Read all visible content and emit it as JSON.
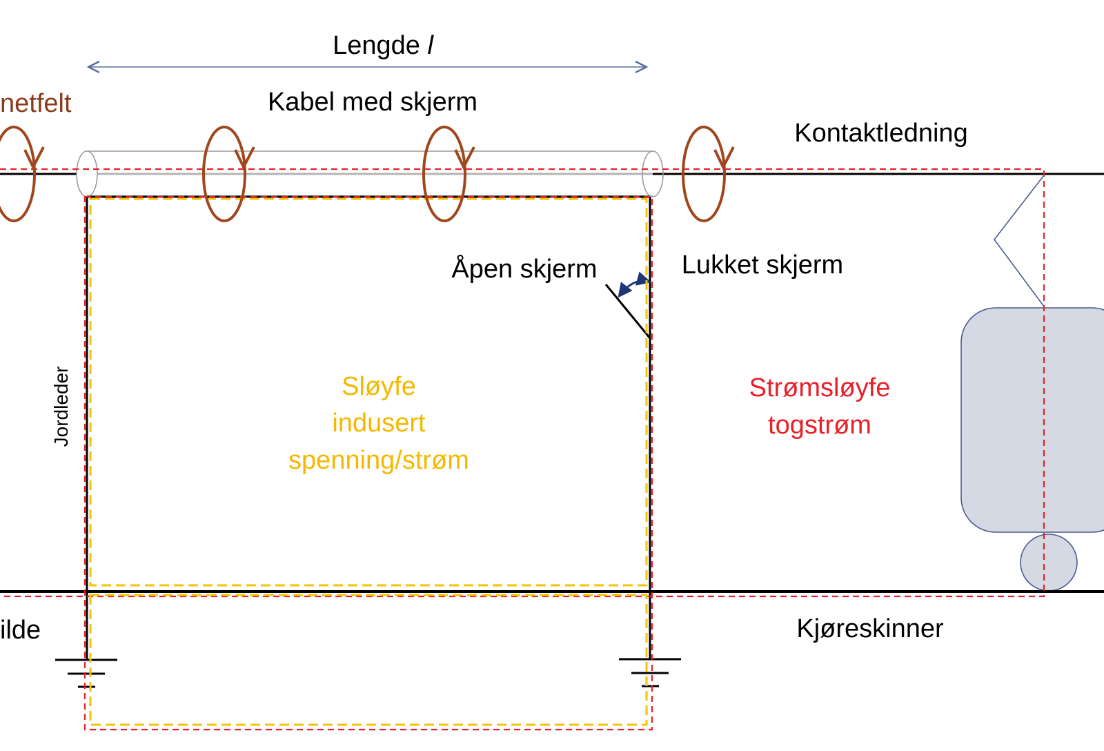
{
  "labels": {
    "length_prefix": "Lengde ",
    "length_symbol": "l",
    "magnetic_field": "netfelt",
    "cable": "Kabel med skjerm",
    "contact_wire": "Kontaktledning",
    "open_shield": "Åpen skjerm",
    "closed_shield": "Lukket skjerm",
    "ground_conductor": "Jordleder",
    "loop_induced_1": "Sløyfe",
    "loop_induced_2": "indusert",
    "loop_induced_3": "spenning/strøm",
    "current_loop_1": "Strømsløyfe",
    "current_loop_2": "togstrøm",
    "source": "ilde",
    "rails": "Kjøreskinner"
  },
  "colors": {
    "wire": "#000000",
    "red_loop": "#e8202a",
    "yellow_loop": "#f5c20b",
    "field_arrow": "#a0461c",
    "train": "#d5d9e3",
    "train_outline": "#4a5a8c",
    "dimension": "#5a6ea0",
    "shield_arrow": "#1f3575",
    "label_brown": "#8b3a1a",
    "label_yellow": "#f5b800",
    "label_red": "#e8202a",
    "text": "#000000"
  }
}
